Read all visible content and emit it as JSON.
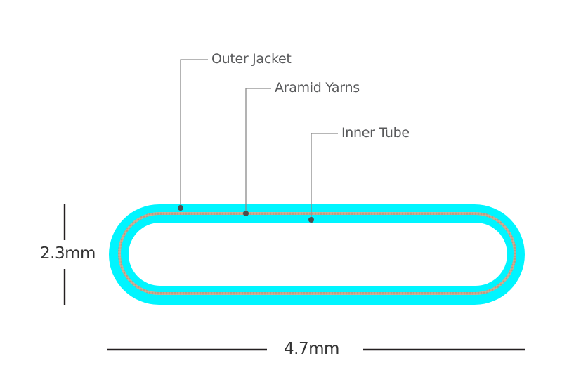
{
  "diagram": {
    "type": "cable-cross-section",
    "shape": "stadium",
    "colors": {
      "outer_jacket": "#00f5ff",
      "aramid_yarns": "#c8a98f",
      "aramid_dots": "#a89078",
      "inner_tube_fill": "#ffffff",
      "leader_line": "#8a8a8a",
      "leader_dot": "#4d4d4f",
      "label_text": "#58595b",
      "dimension_line": "#231f20",
      "dimension_text": "#333333"
    },
    "callouts": [
      {
        "id": "outer-jacket",
        "label": "Outer Jacket"
      },
      {
        "id": "aramid-yarns",
        "label": "Aramid Yarns"
      },
      {
        "id": "inner-tube",
        "label": "Inner Tube"
      }
    ],
    "dimensions": {
      "height": {
        "label": "2.3mm"
      },
      "width": {
        "label": "4.7mm"
      }
    }
  }
}
